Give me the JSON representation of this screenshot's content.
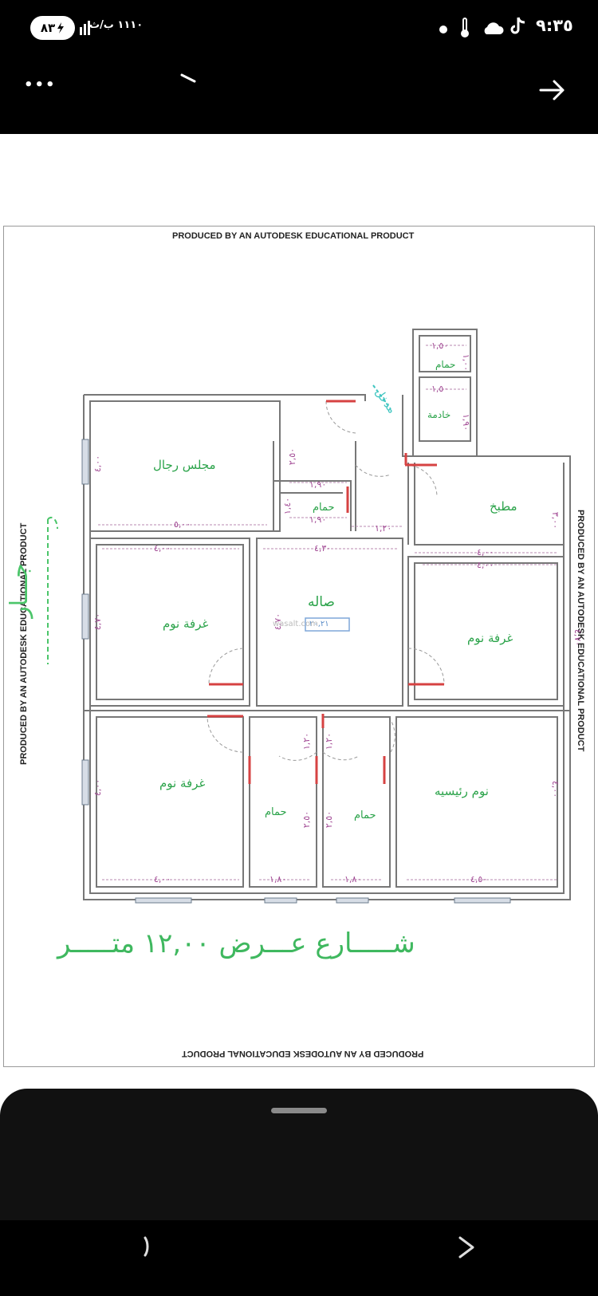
{
  "status_bar": {
    "time": "٩:٣٥",
    "battery": "٨٣",
    "network_speed": "١١١٠ ب/ث",
    "signal_icon": "signal-bars-icon",
    "wifi_icon": "wifi-icon",
    "tiktok_icon": "tiktok-icon",
    "cloud_icon": "cloud-icon",
    "temperature_icon": "thermometer-icon"
  },
  "toolbar": {
    "more_label": "•••",
    "forward_icon": "arrow-right-icon"
  },
  "plan": {
    "watermark_top": "PRODUCED BY AN AUTODESK EDUCATIONAL PRODUCT",
    "watermark_bottom": "PRODUCED BY AN AUTODESK EDUCATIONAL PRODUCT",
    "watermark_left": "PRODUCED BY AN AUTODESK EDUCATIONAL PRODUCT",
    "watermark_right": "PRODUCED BY AN AUTODESK EDUCATIONAL PRODUCT",
    "neighbor_label": "جـــار",
    "entrance_label": "مدخل",
    "street_label": "شـــــارع عـــرض ١٢,٠٠ متـــــر",
    "site_watermark": "wasalt.com",
    "rooms": {
      "majlis": "مجلس رجال",
      "bath_upper": "حمام",
      "kitchen": "مطبخ",
      "bath_ext": "حمام",
      "maid": "خادمة",
      "hall": "صاله",
      "bed_left": "غرفة نوم",
      "bed_right": "غرفة نوم",
      "bed_bottom_left": "غرفة نوم",
      "master": "نوم رئيسيه",
      "bath_lower_left": "حمام",
      "bath_lower_right": "حمام"
    },
    "dims": {
      "majlis_w": "٥,٠٠",
      "majlis_h": "٤,٠٠",
      "bath_w1": "١,٩٠",
      "bath_w2": "١,٩٠",
      "bath_h": "١,٤٠",
      "corridor_h": "٢,٥٠",
      "corridor_w": "١,٢٠",
      "ext_bath_w": "١,٥٠",
      "ext_bath_h": "١,٠٠",
      "maid_w": "١,٥٠",
      "maid_h": "١,٩٠",
      "kitchen_w": "٤,٠٠",
      "kitchen_h": "٣,٠٠",
      "hall_w": "٤,٣٠",
      "hall_h": "٤,٧٠",
      "hall_area": "٢٠,٢١",
      "bed_left_w": "٤,٠٠",
      "bed_left_h": "٤,٧٠",
      "bed_right_w": "٤,٠٠",
      "bed_right_h": "٤,٧٠",
      "bed_bl_w": "٤,٠٠",
      "bed_bl_h": "٤,٠٠",
      "master_w": "٤,٥٠",
      "master_h": "٤,٠٠",
      "lbath1_w": "١,٨٠",
      "lbath2_w": "١,٨٠",
      "lbath1_h": "٢,٥٠",
      "lbath2_h": "٢,٥٠",
      "door_gap1": "١,٢٠",
      "door_gap2": "١,٢٠"
    }
  },
  "bottom_nav": {
    "back_icon": "back-gesture-icon",
    "recent_icon": "chevron-right-icon"
  }
}
